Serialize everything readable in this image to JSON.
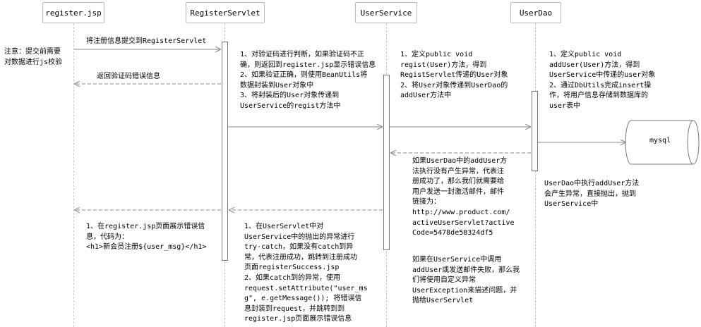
{
  "actors": {
    "jsp": "register.jsp",
    "servlet": "RegisterServlet",
    "service": "UserService",
    "dao": "UserDao"
  },
  "database": {
    "label": "mysql"
  },
  "messages": {
    "m1": "将注册信息提交到RegisterServlet",
    "m2": "返回验证码错误信息"
  },
  "notes": {
    "left_note": "注意：提交前需要\n对数据进行js校验",
    "servlet_note": "1、对验证码进行判断，如果验证码不正\n确，则返回到register.jsp显示错误信息\n2、如果验证正确，则使用BeanUtils将\n数据封装到User对象中\n3、将封装后的User对象传递到\nUserService的regist方法中",
    "service_note": "1、定义public void\nregist(User)方法，得到\nRegistServlet传递的User对象\n2、将User对象传递到UserDao的\naddUser方法中",
    "dao_note": "1、定义public void\naddUser(User)方法，得到\nUserService中传递的user对象\n2、通过DbUtils完成insert操\n作，将用户信息存储到数据库的\nuser表中",
    "success_note": "如果UserDao中的addUser方\n法执行没有产生异常，代表注\n册成功了，那么我们就需要给\n用户发送一封激活邮件，邮件\n链接为：\nhttp://www.product.com/\nactiveUserServlet?active\nCode=5478de58324df5",
    "dao_exception_note": "UserDao中执行addUser方法\n会产生异常，直接抛出，抛到\nUserService中",
    "service_exception_note": "如果在UserService中调用\naddUser或发送邮件失败，那么我\n们将使用自定义异常\nUserException来描述问题，并\n抛给UserServlet",
    "jsp_note": "1、在register.jsp页面展示错误信\n息，代码为：\n<h1>新会员注册${user_msg}</h1>",
    "servlet_catch_note": "1、在UserServlet中对\nUserService中的抛出的异常进行\ntry-catch，如果没有catch到异\n常，代表注册成功，跳转到注册成功\n页面registerSuccess.jsp\n2、如果catch到的异常，使用\nrequest.setAttribute(\"user_ms\ng\", e.getMessage()); 将错误信\n息封装到request，并跳转到到\nregister.jsp页面展示错误信息"
  }
}
